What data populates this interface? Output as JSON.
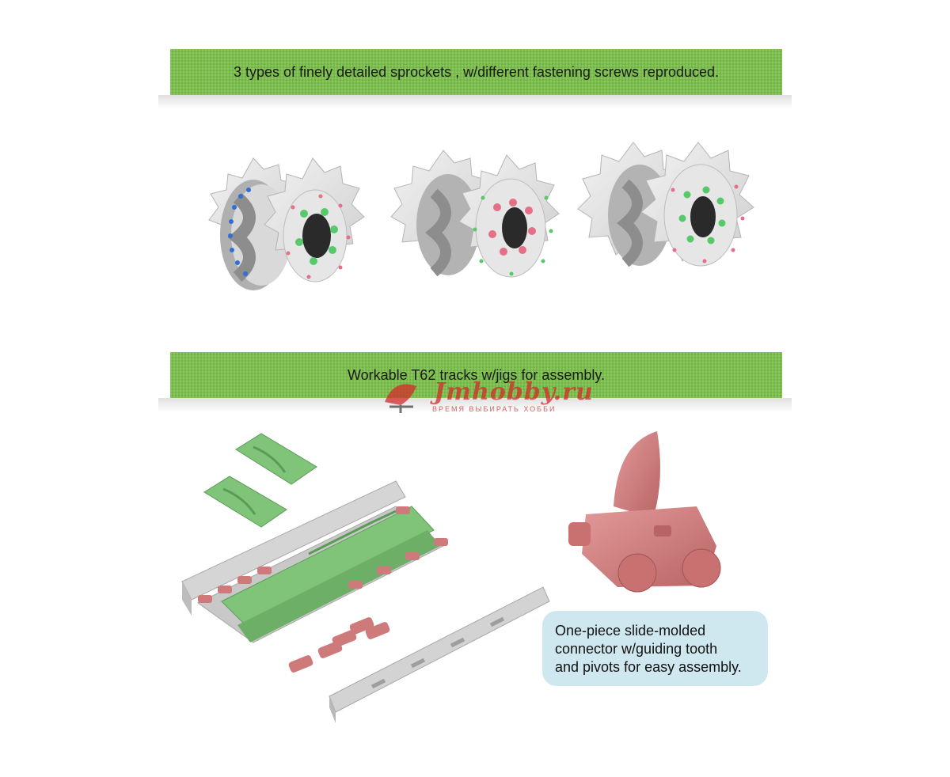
{
  "banner1": {
    "text": "3 types of finely detailed sprockets , w/different fastening screws reproduced."
  },
  "banner2": {
    "text": "Workable T62 tracks w/jigs for assembly."
  },
  "watermark": {
    "brand": "Jmhobby.ru",
    "tagline": "ВРЕМЯ ВЫБИРАТЬ    ХОББИ"
  },
  "callout": {
    "lines": [
      "One-piece slide-molded",
      "connector w/guiding tooth",
      "and pivots for easy assembly."
    ]
  },
  "colors": {
    "banner_green": "#7cc24a",
    "sprocket_gray": "#dcdcdc",
    "screw_green": "#58c96a",
    "screw_pink": "#e56f86",
    "screw_blue": "#2f6fd6",
    "track_green": "#80c47a",
    "connector_pink": "#cf7a7a",
    "jig_gray": "#cfcfcf",
    "callout_blue": "#cfe8ef",
    "watermark_red": "#d32a2a"
  }
}
